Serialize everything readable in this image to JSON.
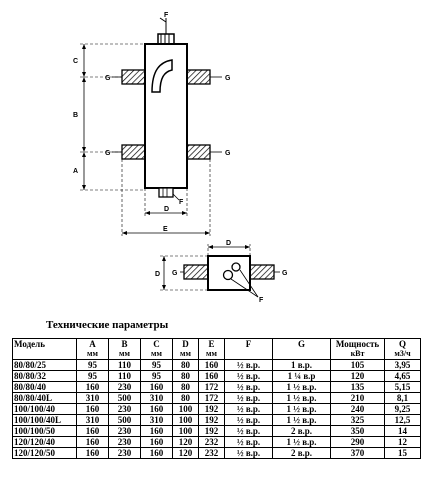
{
  "drawing": {
    "labels": {
      "f_top": "F",
      "c": "C",
      "b": "B",
      "a": "A",
      "g_left_upper": "G",
      "g_right_upper": "G",
      "g_left_lower": "G",
      "g_right_lower": "G",
      "f_bottom": "F",
      "d": "D",
      "e": "E",
      "plan_d": "D",
      "plan_d_side": "D",
      "plan_g_left": "G",
      "plan_g_right": "G",
      "plan_f": "F"
    }
  },
  "table": {
    "title": "Технические параметры",
    "headers": [
      {
        "name": "Модель",
        "unit": ""
      },
      {
        "name": "A",
        "unit": "мм"
      },
      {
        "name": "B",
        "unit": "мм"
      },
      {
        "name": "C",
        "unit": "мм"
      },
      {
        "name": "D",
        "unit": "мм"
      },
      {
        "name": "E",
        "unit": "мм"
      },
      {
        "name": "F",
        "unit": ""
      },
      {
        "name": "G",
        "unit": ""
      },
      {
        "name": "Мощность",
        "unit": "кВт"
      },
      {
        "name": "Q",
        "unit": "м3/ч"
      }
    ],
    "rows": [
      [
        "80/80/25",
        "95",
        "110",
        "95",
        "80",
        "160",
        "½ в.р.",
        "1 в.р.",
        "105",
        "3,95"
      ],
      [
        "80/80/32",
        "95",
        "110",
        "95",
        "80",
        "160",
        "½ в.р.",
        "1 ¼ в.р",
        "120",
        "4,65"
      ],
      [
        "80/80/40",
        "160",
        "230",
        "160",
        "80",
        "172",
        "½ в.р.",
        "1 ½ в.р.",
        "135",
        "5,15"
      ],
      [
        "80/80/40L",
        "310",
        "500",
        "310",
        "80",
        "172",
        "½ в.р.",
        "1 ½ в.р.",
        "210",
        "8,1"
      ],
      [
        "100/100/40",
        "160",
        "230",
        "160",
        "100",
        "192",
        "½ в.р.",
        "1 ½ в.р.",
        "240",
        "9,25"
      ],
      [
        "100/100/40L",
        "310",
        "500",
        "310",
        "100",
        "192",
        "½ в.р.",
        "1 ½ в.р.",
        "325",
        "12,5"
      ],
      [
        "100/100/50",
        "160",
        "230",
        "160",
        "100",
        "192",
        "½ в.р.",
        "2 в.р.",
        "350",
        "14"
      ],
      [
        "120/120/40",
        "160",
        "230",
        "160",
        "120",
        "232",
        "½ в.р.",
        "1 ½ в.р.",
        "290",
        "12"
      ],
      [
        "120/120/50",
        "160",
        "230",
        "160",
        "120",
        "232",
        "½ в.р.",
        "2 в.р.",
        "370",
        "15"
      ]
    ]
  }
}
